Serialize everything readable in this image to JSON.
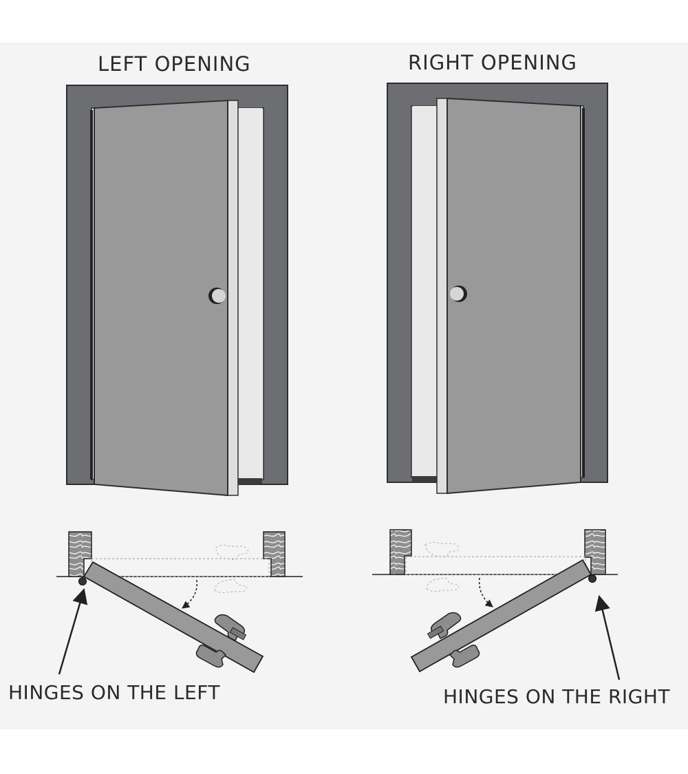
{
  "diagram": {
    "left": {
      "title": "LEFT OPENING",
      "caption": "HINGES ON THE LEFT"
    },
    "right": {
      "title": "RIGHT OPENING",
      "caption": "HINGES ON THE RIGHT"
    }
  },
  "colors": {
    "background": "#f4f4f4",
    "frame": "#6d6e72",
    "door": "#999999",
    "door_edge": "#dedede",
    "jamb_wood": "#909090",
    "outline": "#222222"
  }
}
